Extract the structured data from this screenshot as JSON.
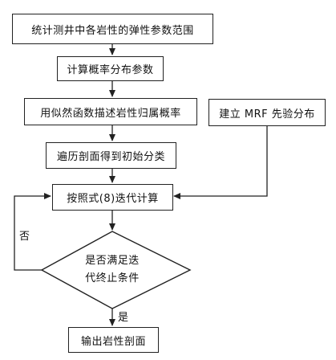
{
  "flowchart": {
    "steps": {
      "stat_range": "统计测井中各岩性的弹性参数范围",
      "calc_prob": "计算概率分布参数",
      "likelihood": "用似然函数描述岩性归属概率",
      "traverse": "遍历剖面得到初始分类",
      "mrf_prior": "建立 MRF 先验分布",
      "iterate": "按照式(8)迭代计算",
      "output": "输出岩性剖面"
    },
    "decision": {
      "line1": "是否满足迭",
      "line2": "代终止条件"
    },
    "branches": {
      "no": "否",
      "yes": "是"
    }
  }
}
